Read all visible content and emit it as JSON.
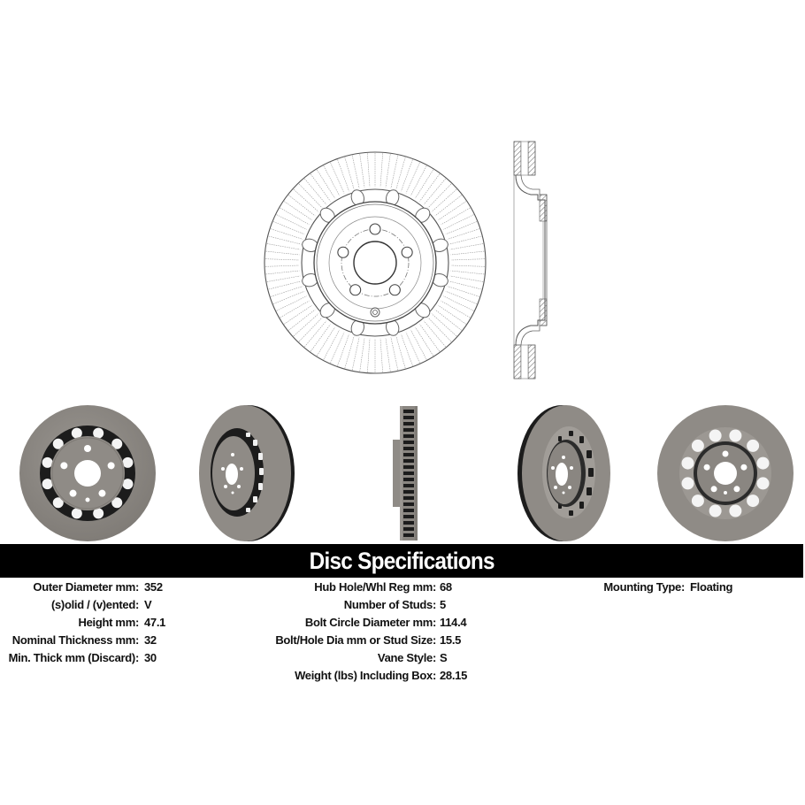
{
  "banner": {
    "title": "Disc Specifications"
  },
  "views": {
    "drawing_front": "technical-drawing-front-view",
    "drawing_side": "technical-drawing-cross-section",
    "photos": [
      "disc-photo-front",
      "disc-photo-angled-left",
      "disc-photo-side-profile",
      "disc-photo-angled-right",
      "disc-photo-back"
    ]
  },
  "colors": {
    "banner_bg": "#000000",
    "banner_text": "#ffffff",
    "disc_metal": "#8d8984",
    "disc_vent": "#1c1c1c",
    "label_text": "#111111"
  },
  "specs": {
    "col1": [
      {
        "label": "Outer Diameter mm:",
        "value": "352"
      },
      {
        "label": "(s)olid / (v)ented:",
        "value": "V"
      },
      {
        "label": "Height mm:",
        "value": "47.1"
      },
      {
        "label": "Nominal Thickness mm:",
        "value": "32"
      },
      {
        "label": "Min. Thick mm (Discard):",
        "value": "30"
      }
    ],
    "col2": [
      {
        "label": "Hub Hole/Whl Reg mm:",
        "value": "68"
      },
      {
        "label": "Number of Studs:",
        "value": "5"
      },
      {
        "label": "Bolt Circle Diameter mm:",
        "value": "114.4"
      },
      {
        "label": "Bolt/Hole Dia mm or Stud Size:",
        "value": "15.5"
      },
      {
        "label": "Vane Style:",
        "value": "S"
      },
      {
        "label": "Weight (lbs) Including Box:",
        "value": "28.15"
      }
    ],
    "col3": [
      {
        "label": "Mounting Type:",
        "value": "Floating"
      }
    ]
  }
}
